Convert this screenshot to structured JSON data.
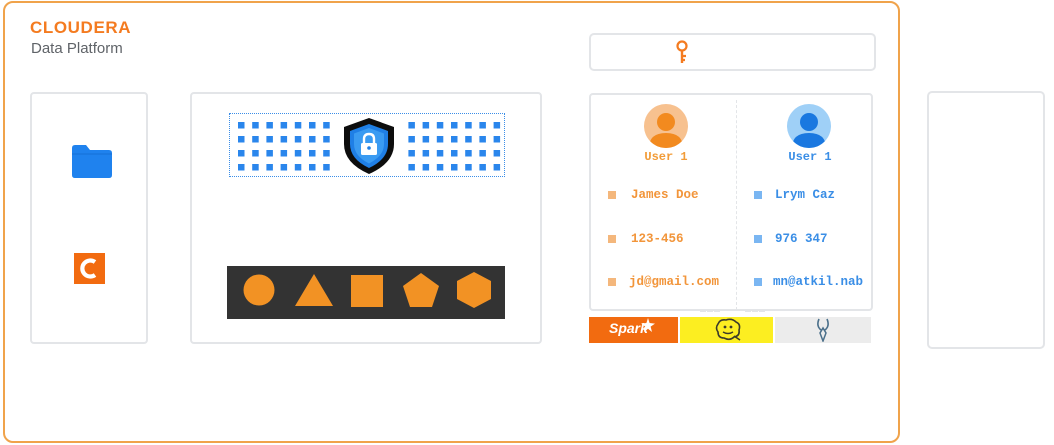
{
  "brand": {
    "name": "CLOUDERA",
    "subtitle": "Data Platform",
    "accent_color": "#f47b20"
  },
  "left_panel": {
    "icons": [
      "folder-icon",
      "cloudera-c-logo"
    ]
  },
  "security_panel": {
    "icons": [
      "shield-lock-icon"
    ],
    "shapes": [
      "circle",
      "triangle",
      "square",
      "pentagon",
      "hexagon"
    ],
    "shape_color": "#f29224"
  },
  "key_bar": {
    "icon": "key-icon"
  },
  "users": [
    {
      "label": "User 1",
      "color": "#f29c38",
      "fields": [
        "James Doe",
        "123-456",
        "jd@gmail.com"
      ]
    },
    {
      "label": "User 1",
      "color": "#3a8ee6",
      "fields": [
        "Lrym Caz",
        "976 347",
        "mn@atkil.nab"
      ]
    }
  ],
  "engines": [
    {
      "name": "Spark",
      "color": "#f26b10"
    },
    {
      "name": "hive-logo",
      "color": "#fcee21"
    },
    {
      "name": "impala-logo",
      "color": "#ececec"
    }
  ]
}
